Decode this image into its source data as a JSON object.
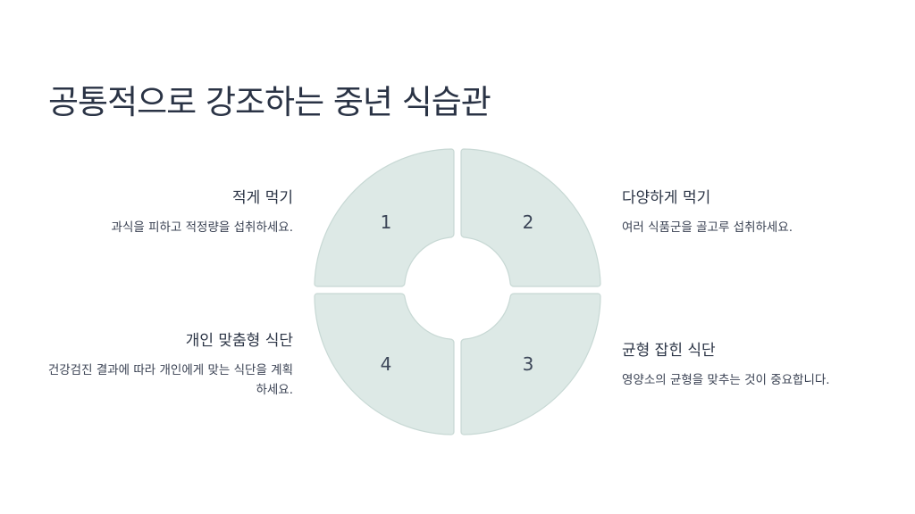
{
  "title": "공통적으로 강조하는 중년 식습관",
  "segments": [
    {
      "number": "1",
      "title": "적게 먹기",
      "description": "과식을 피하고 적정량을 섭취하세요."
    },
    {
      "number": "2",
      "title": "다양하게 먹기",
      "description": "여러 식품군을 골고루 섭취하세요."
    },
    {
      "number": "3",
      "title": "균형 잡힌 식단",
      "description": "영양소의 균형을 맞추는 것이 중요합니다."
    },
    {
      "number": "4",
      "title": "개인 맞춤형 식단",
      "description": "건강검진 결과에 따라 개인에게 맞는 식단을 계획하세요."
    }
  ],
  "colors": {
    "segment_fill": "#dde9e6",
    "segment_stroke": "#c7d8d4",
    "text": "#2b3444"
  }
}
